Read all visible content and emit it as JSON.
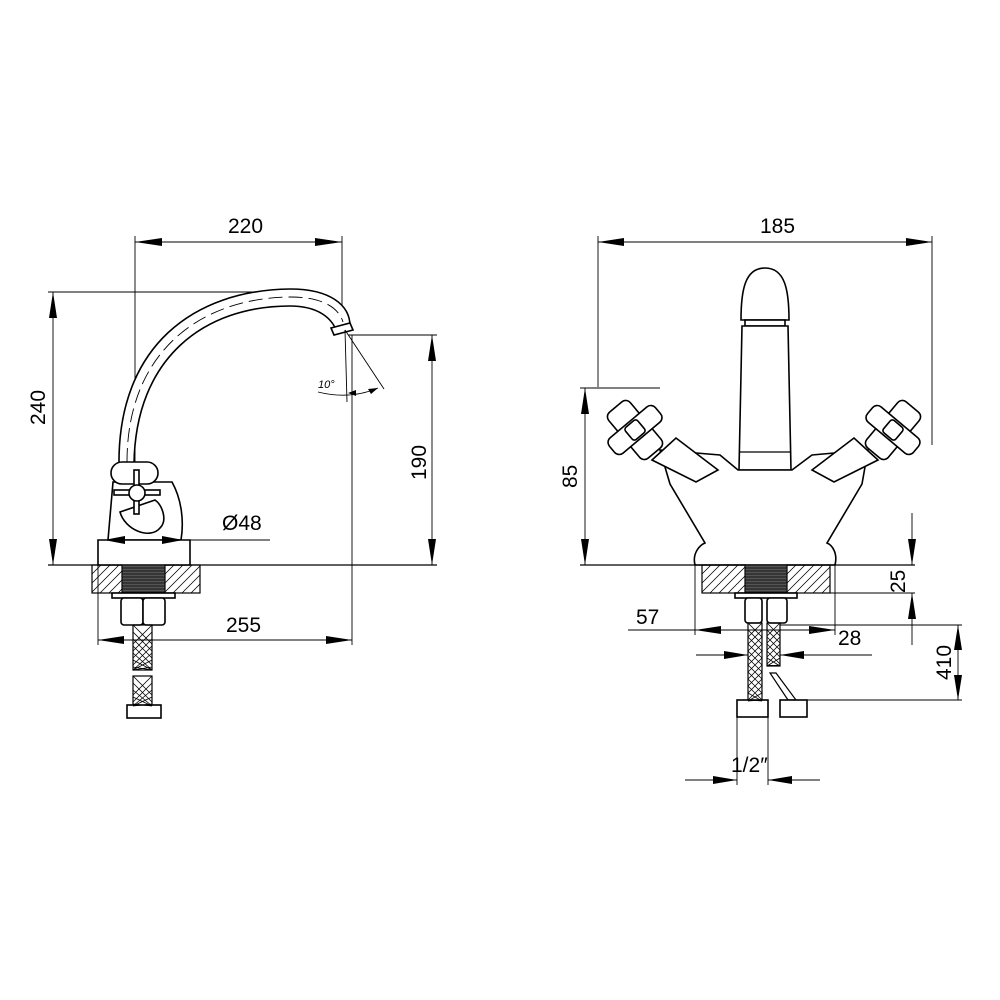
{
  "side_view": {
    "width_label": "220",
    "height_label": "240",
    "spout_height_label": "190",
    "angle_label": "10°",
    "base_diameter_label": "Ø48",
    "reach_label": "255"
  },
  "front_view": {
    "width_label": "185",
    "handle_height_label": "85",
    "counter_thickness_label": "25",
    "base_width_label": "57",
    "stem_width_label": "28",
    "hose_length_label": "410",
    "thread_label": "1/2″"
  }
}
